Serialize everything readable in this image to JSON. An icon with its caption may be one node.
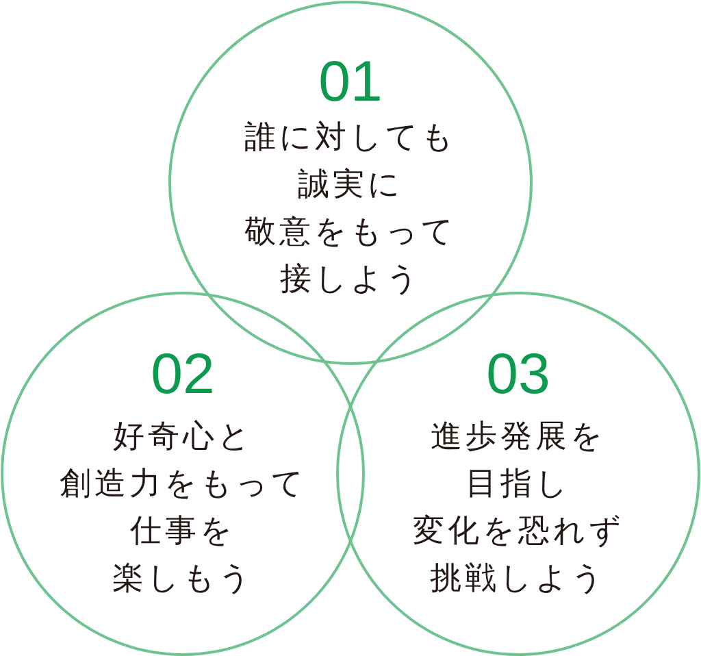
{
  "diagram": {
    "nodes": [
      {
        "text": [
          "01",
          "誰に対しても誠実に敬意をもって接しよう"
        ]
      },
      {
        "text": [
          "02",
          "好奇心と創造力をもって仕事を楽しもう"
        ]
      },
      {
        "text": [
          "03",
          "進歩発展を目指し変化を恐れず挑戦しよう"
        ]
      }
    ]
  }
}
